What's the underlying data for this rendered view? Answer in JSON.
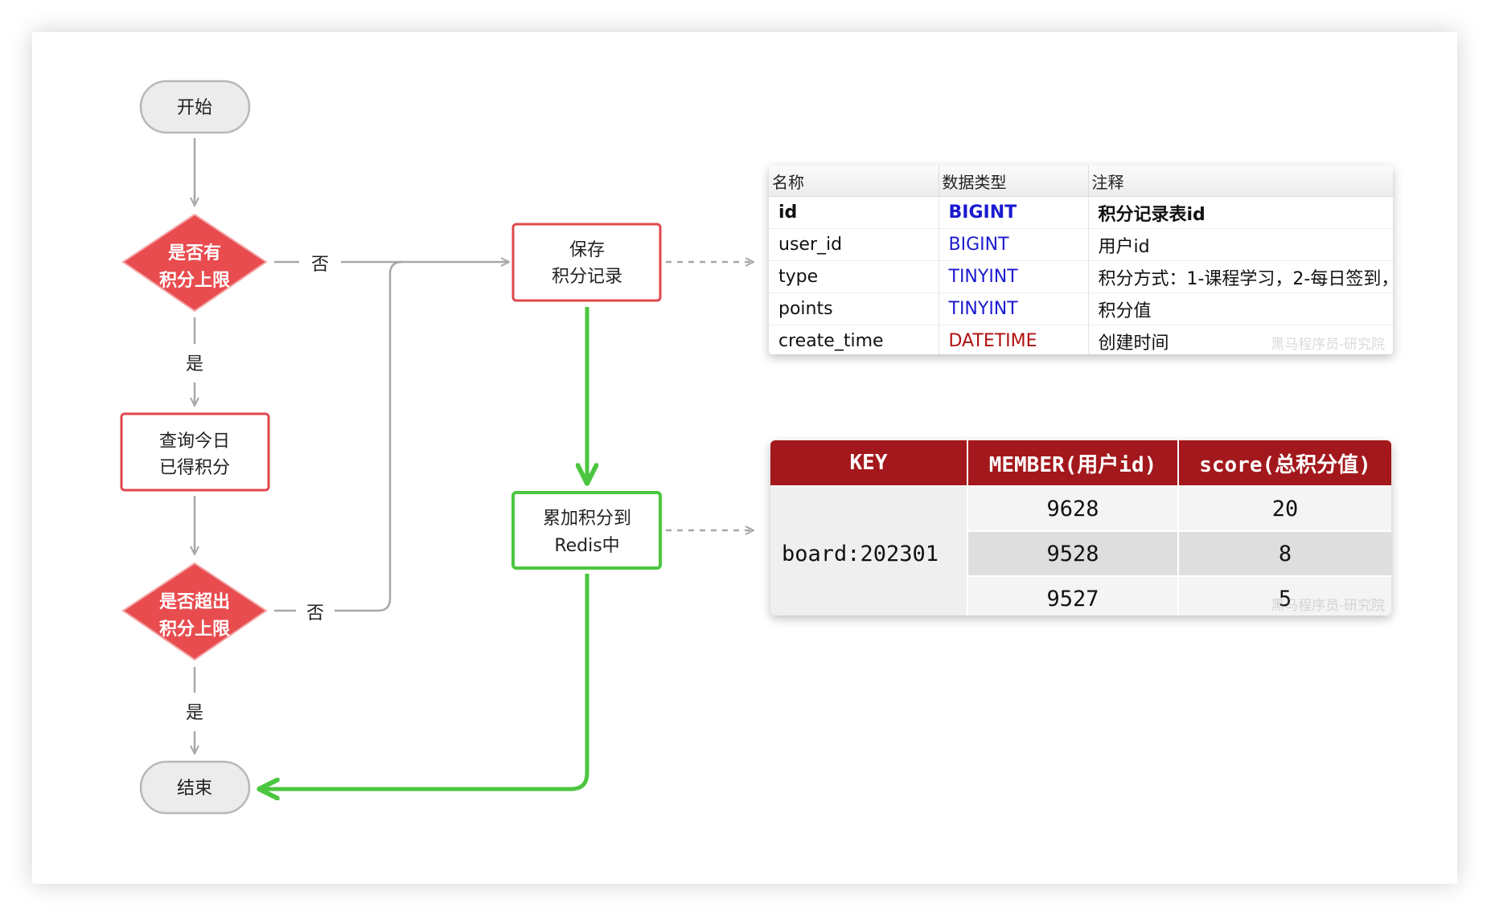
{
  "flow": {
    "start": "开始",
    "cond1": [
      "是否有",
      "积分上限"
    ],
    "query": [
      "查询今日",
      "已得积分"
    ],
    "cond2": [
      "是否超出",
      "积分上限"
    ],
    "end": "结束",
    "save": [
      "保存",
      "积分记录"
    ],
    "redis": [
      "累加积分到",
      "Redis中"
    ],
    "yes": "是",
    "no": "否"
  },
  "colors": {
    "decision_fill": "#e84c4f",
    "process_border": "#e0474c",
    "green": "#4cc63f",
    "terminal_fill": "#ececec",
    "table_header": "#a3181c"
  },
  "schema_table": {
    "headers": [
      "名称",
      "数据类型",
      "注释"
    ],
    "rows": [
      {
        "name": "id",
        "type": "BIGINT",
        "comment": "积分记录表id"
      },
      {
        "name": "user_id",
        "type": "BIGINT",
        "comment": "用户id"
      },
      {
        "name": "type",
        "type": "TINYINT",
        "comment": "积分方式：1-课程学习，2-每日签到，"
      },
      {
        "name": "points",
        "type": "TINYINT",
        "comment": "积分值"
      },
      {
        "name": "create_time",
        "type": "DATETIME",
        "comment": "创建时间"
      }
    ],
    "watermark": "黑马程序员-研究院"
  },
  "redis_table": {
    "headers": [
      "KEY",
      "MEMBER(用户id)",
      "score(总积分值)"
    ],
    "key": "board:202301",
    "rows": [
      {
        "member": "9628",
        "score": "20"
      },
      {
        "member": "9528",
        "score": "8"
      },
      {
        "member": "9527",
        "score": "5"
      }
    ],
    "watermark": "黑马程序员-研究院"
  }
}
